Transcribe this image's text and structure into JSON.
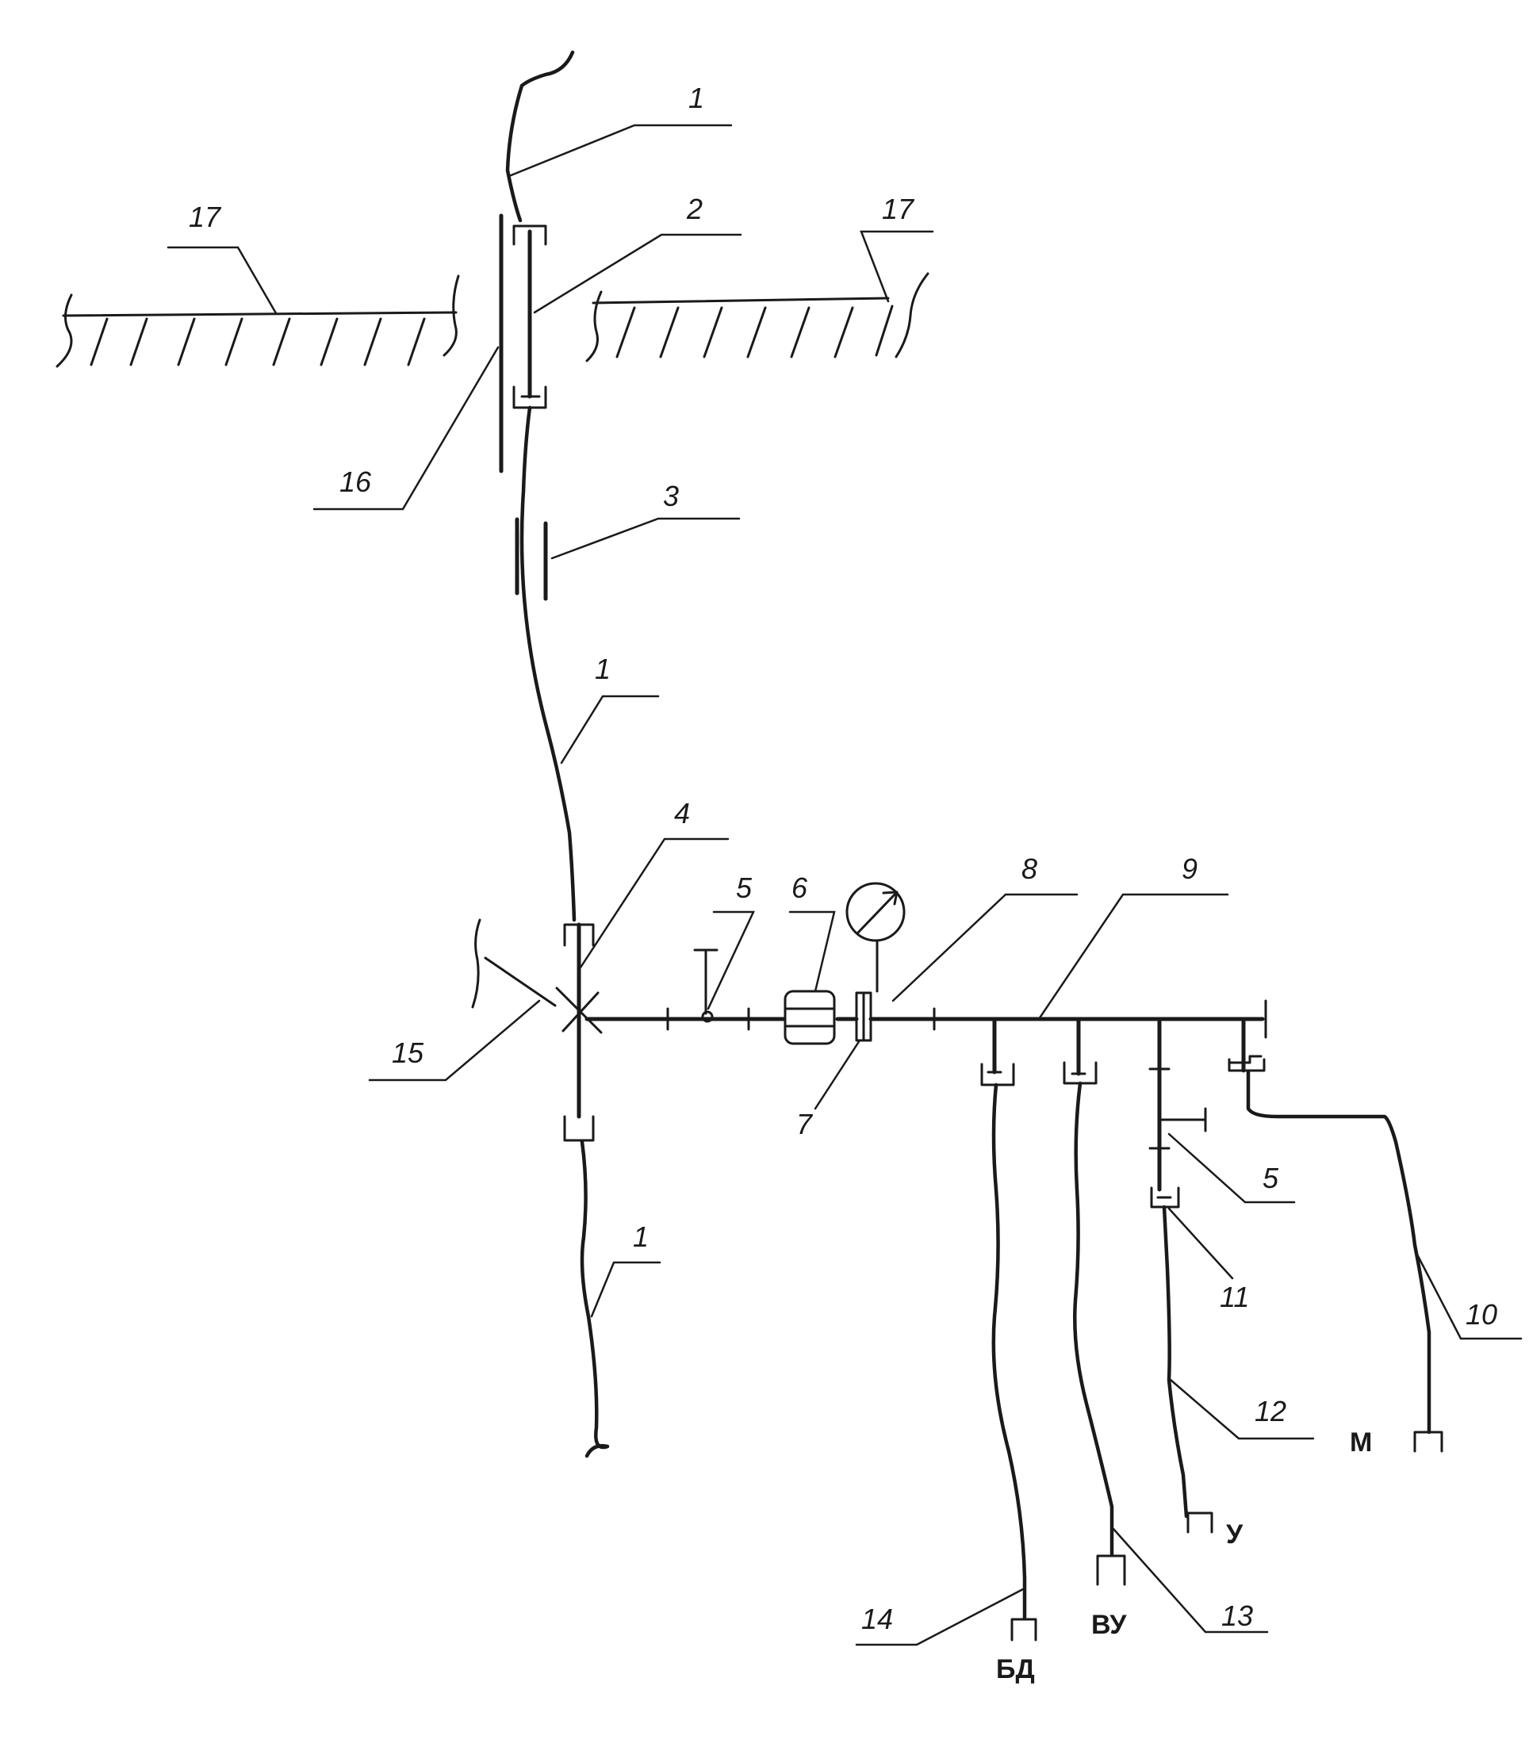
{
  "labels": {
    "n1": "1",
    "n2": "2",
    "n3": "3",
    "n4": "4",
    "n5": "5",
    "n6": "6",
    "n7": "7",
    "n8": "8",
    "n9": "9",
    "n10": "10",
    "n11": "11",
    "n12": "12",
    "n13": "13",
    "n14": "14",
    "n15": "15",
    "n16": "16",
    "n17": "17"
  },
  "outlets": {
    "bd": "БД",
    "vu": "ВУ",
    "u": "У",
    "m": "М"
  },
  "colors": {
    "ink": "#1a1a1a",
    "background": "#ffffff"
  }
}
